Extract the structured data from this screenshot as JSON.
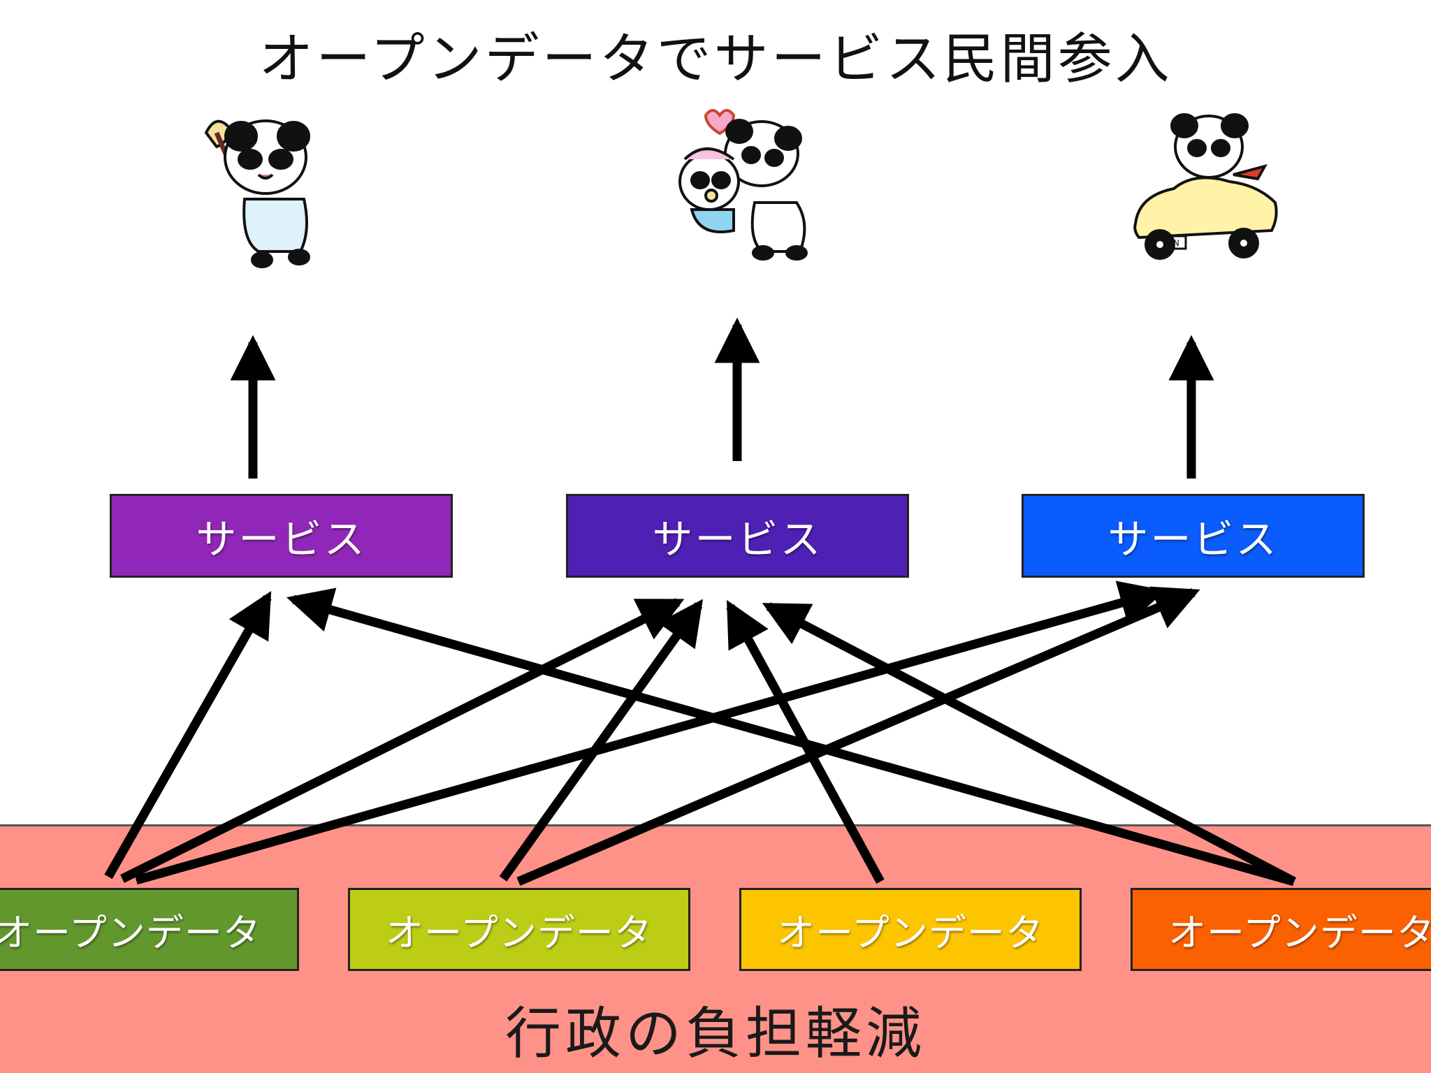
{
  "title": "オープンデータでサービス民間参入",
  "services": [
    {
      "label": "サービス",
      "color": "#9127b9"
    },
    {
      "label": "サービス",
      "color": "#4f20b4"
    },
    {
      "label": "サービス",
      "color": "#0a5cfd"
    }
  ],
  "open_data": [
    {
      "label": "オープンデータ",
      "color": "#62972d"
    },
    {
      "label": "オープンデータ",
      "color": "#bdcd16"
    },
    {
      "label": "オープンデータ",
      "color": "#fdc500"
    },
    {
      "label": "オープンデータ",
      "color": "#fb6101"
    }
  ],
  "admin_band": {
    "label": "行政の負担軽減",
    "color": "#ff9288"
  },
  "characters": [
    {
      "icon": "panda-cleaning-icon"
    },
    {
      "icon": "panda-childcare-icon"
    },
    {
      "icon": "panda-driving-icon",
      "plate_text": "PAN"
    }
  ]
}
